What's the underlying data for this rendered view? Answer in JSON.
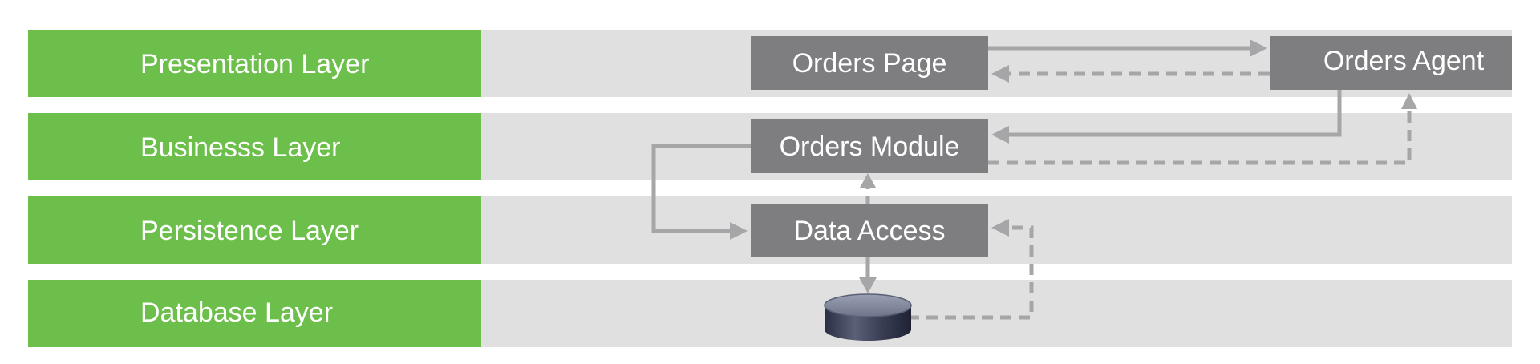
{
  "colors": {
    "lane_label_bg": "#6cbf4a",
    "lane_bg": "#e0e0e0",
    "box_bg": "#7e7e80",
    "box_text": "#ffffff",
    "arrow": "#a6a6a8",
    "db_top": "#7d8296",
    "db_body": "#3a3f56"
  },
  "layers": [
    {
      "label": "Presentation Layer"
    },
    {
      "label": "Businesss Layer"
    },
    {
      "label": "Persistence Layer"
    },
    {
      "label": "Database Layer"
    }
  ],
  "components": {
    "orders_page": {
      "label": "Orders Page"
    },
    "orders_agent": {
      "label": "Orders Agent"
    },
    "orders_module": {
      "label": "Orders Module"
    },
    "data_access": {
      "label": "Data Access"
    },
    "database": {
      "icon": "database-icon"
    }
  },
  "connections": [
    {
      "from": "Orders Page",
      "to": "Orders Agent",
      "style": "solid"
    },
    {
      "from": "Orders Agent",
      "to": "Orders Page",
      "style": "dashed"
    },
    {
      "from": "Orders Agent",
      "to": "Orders Module",
      "style": "solid"
    },
    {
      "from": "Orders Module",
      "to": "Orders Agent",
      "style": "dashed"
    },
    {
      "from": "Orders Module",
      "to": "Data Access",
      "style": "solid"
    },
    {
      "from": "Data Access",
      "to": "Orders Module",
      "style": "dashed"
    },
    {
      "from": "Data Access",
      "to": "Database",
      "style": "solid"
    },
    {
      "from": "Database",
      "to": "Data Access",
      "style": "dashed"
    }
  ]
}
